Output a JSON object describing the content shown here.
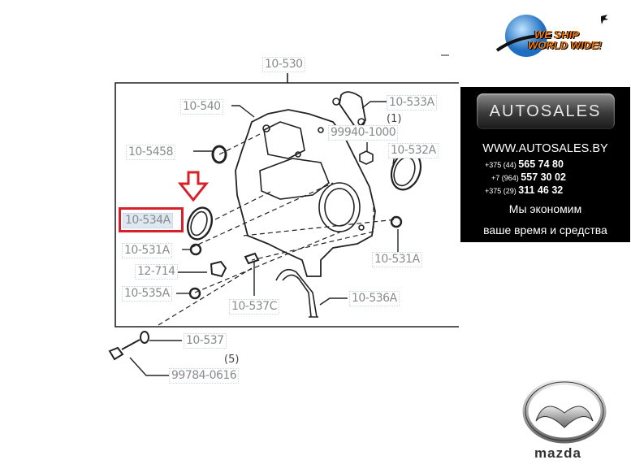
{
  "diagram": {
    "labels": {
      "main": "10-530",
      "l540": "10-540",
      "l533a": "10-533A",
      "qty1": "(1)",
      "l99940": "99940-1000",
      "l545b": "10-5458",
      "l532a": "10-532A",
      "l534a": "10-534A",
      "l531a_left": "10-531A",
      "l12714": "12-714",
      "l535a": "10-535A",
      "l537c": "10-537C",
      "l536a": "10-536A",
      "l531a_right": "10-531A",
      "l537": "10-537",
      "qty5": "(5)",
      "l99784": "99784-0616"
    },
    "highlight_color": "#d8202a"
  },
  "banner": {
    "ship_line1": "WE SHIP",
    "ship_line2": "WORLD WIDE!"
  },
  "ad": {
    "logo": "AUTOSALES",
    "url": "WWW.AUTOSALES.BY",
    "phones": [
      {
        "code": "+375 (44)",
        "number": "565 74 80"
      },
      {
        "code": "+7 (964)",
        "number": "557 30 02"
      },
      {
        "code": "+375 (29)",
        "number": "311 46 32"
      }
    ],
    "slogan1": "Мы экономим",
    "slogan2": "ваше время и средства"
  },
  "brand": {
    "name": "mazda"
  }
}
